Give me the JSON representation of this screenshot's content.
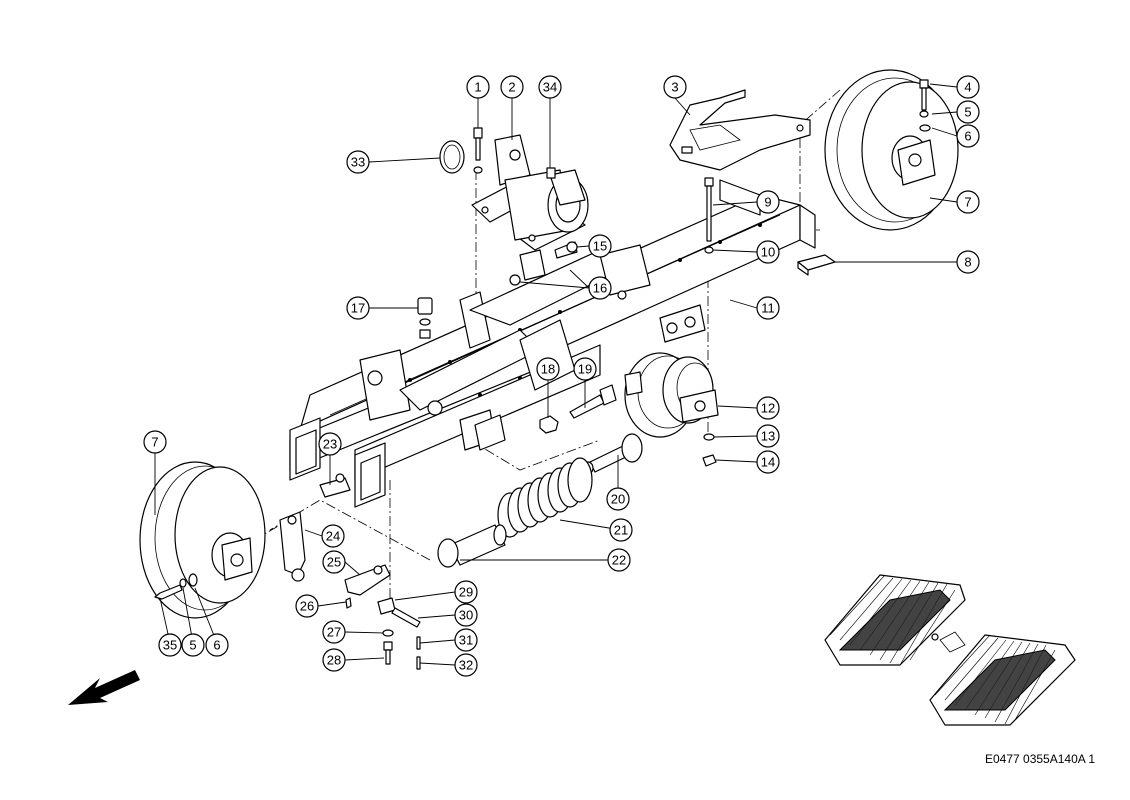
{
  "figure_code": "E0477 0355A140A 1",
  "callouts": [
    "1",
    "2",
    "34",
    "3",
    "4",
    "5",
    "6",
    "7",
    "33",
    "9",
    "15",
    "10",
    "8",
    "16",
    "17",
    "11",
    "18",
    "19",
    "12",
    "13",
    "14",
    "7",
    "23",
    "20",
    "21",
    "24",
    "22",
    "25",
    "29",
    "26",
    "30",
    "27",
    "31",
    "28",
    "32",
    "35",
    "5",
    "6"
  ]
}
